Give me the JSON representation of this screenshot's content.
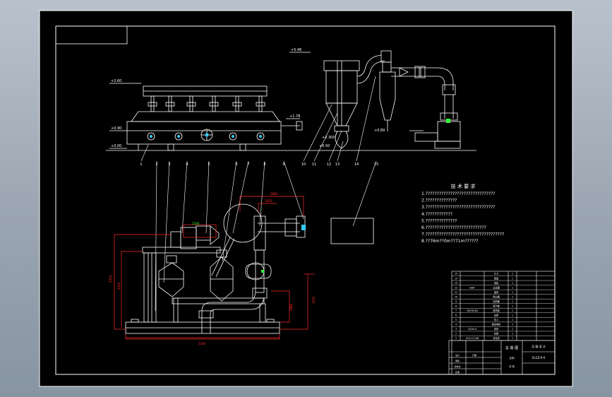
{
  "drawing": {
    "tech_req_title": "技 术 要 求",
    "tech_req_lines": [
      "1.???????????????????????????????",
      "2.??????????????",
      "3.???????????????????????????????",
      "4.????????????",
      "5.??????????????",
      "6.???????????????????????????",
      "7.???????????????????????????????????",
      "8.??76m??0m??71m??????"
    ],
    "elevations": {
      "top": "+5.46",
      "upper": "+2.60",
      "right_mid": "+1.78",
      "left_mid": "+0.90",
      "base": "+0.00",
      "right_small": "+0.89",
      "mid_a": "+2.300",
      "mid_b": "+0.50"
    },
    "callouts": [
      "1",
      "2",
      "3",
      "4",
      "5",
      "6",
      "7",
      "8",
      "9",
      "10",
      "11",
      "12",
      "13",
      "14",
      "15"
    ],
    "dimensions": {
      "bottom_width": "3300",
      "top_width": "2880",
      "top_small": "1650",
      "left_outer": "5354",
      "left_inner": "4300",
      "right_outer": "3550",
      "right_inner": "2880",
      "small_square": "1500"
    },
    "title_block": {
      "drawing_name": "总 装 图",
      "company": "总 器 设 计",
      "drawing_no": "ZLGZ-9-0",
      "scale_label": "比例",
      "sheet_label": "共 张",
      "designer": "设计",
      "checker": "审核",
      "standard": "标准化",
      "approve": "批准",
      "date": "日期"
    },
    "bom_rows": [
      [
        "15",
        "",
        "ZLG",
        "1",
        ""
      ],
      [
        "14",
        "",
        "管道",
        "1",
        ""
      ],
      [
        "13",
        "",
        "风机",
        "1",
        ""
      ],
      [
        "12",
        "GB/T",
        "过滤器",
        "1",
        ""
      ],
      [
        "11",
        "",
        "旋风",
        "1",
        ""
      ],
      [
        "10",
        "",
        "除尘器",
        "1",
        ""
      ],
      [
        "9",
        "",
        "加热器",
        "1",
        ""
      ],
      [
        "8",
        "",
        "蒸汽管",
        "1",
        ""
      ],
      [
        "7",
        "GB-T6184",
        "进风管",
        "1",
        ""
      ],
      [
        "6",
        "",
        "支架",
        "1",
        ""
      ],
      [
        "5",
        "",
        "料斗",
        "1",
        ""
      ],
      [
        "4",
        "",
        "振动电机",
        "2",
        ""
      ],
      [
        "3",
        "Q235-A",
        "床体",
        "1",
        ""
      ],
      [
        "2",
        "",
        "机座",
        "1",
        ""
      ],
      [
        "1",
        "ZLG-0.3-0B",
        "流化床",
        "1",
        ""
      ]
    ]
  },
  "colors": {
    "background": "#000000",
    "line": "#ffffff",
    "dimension": "#ff2a2a",
    "accent_green": "#33ff33",
    "accent_cyan": "#33ccff"
  }
}
